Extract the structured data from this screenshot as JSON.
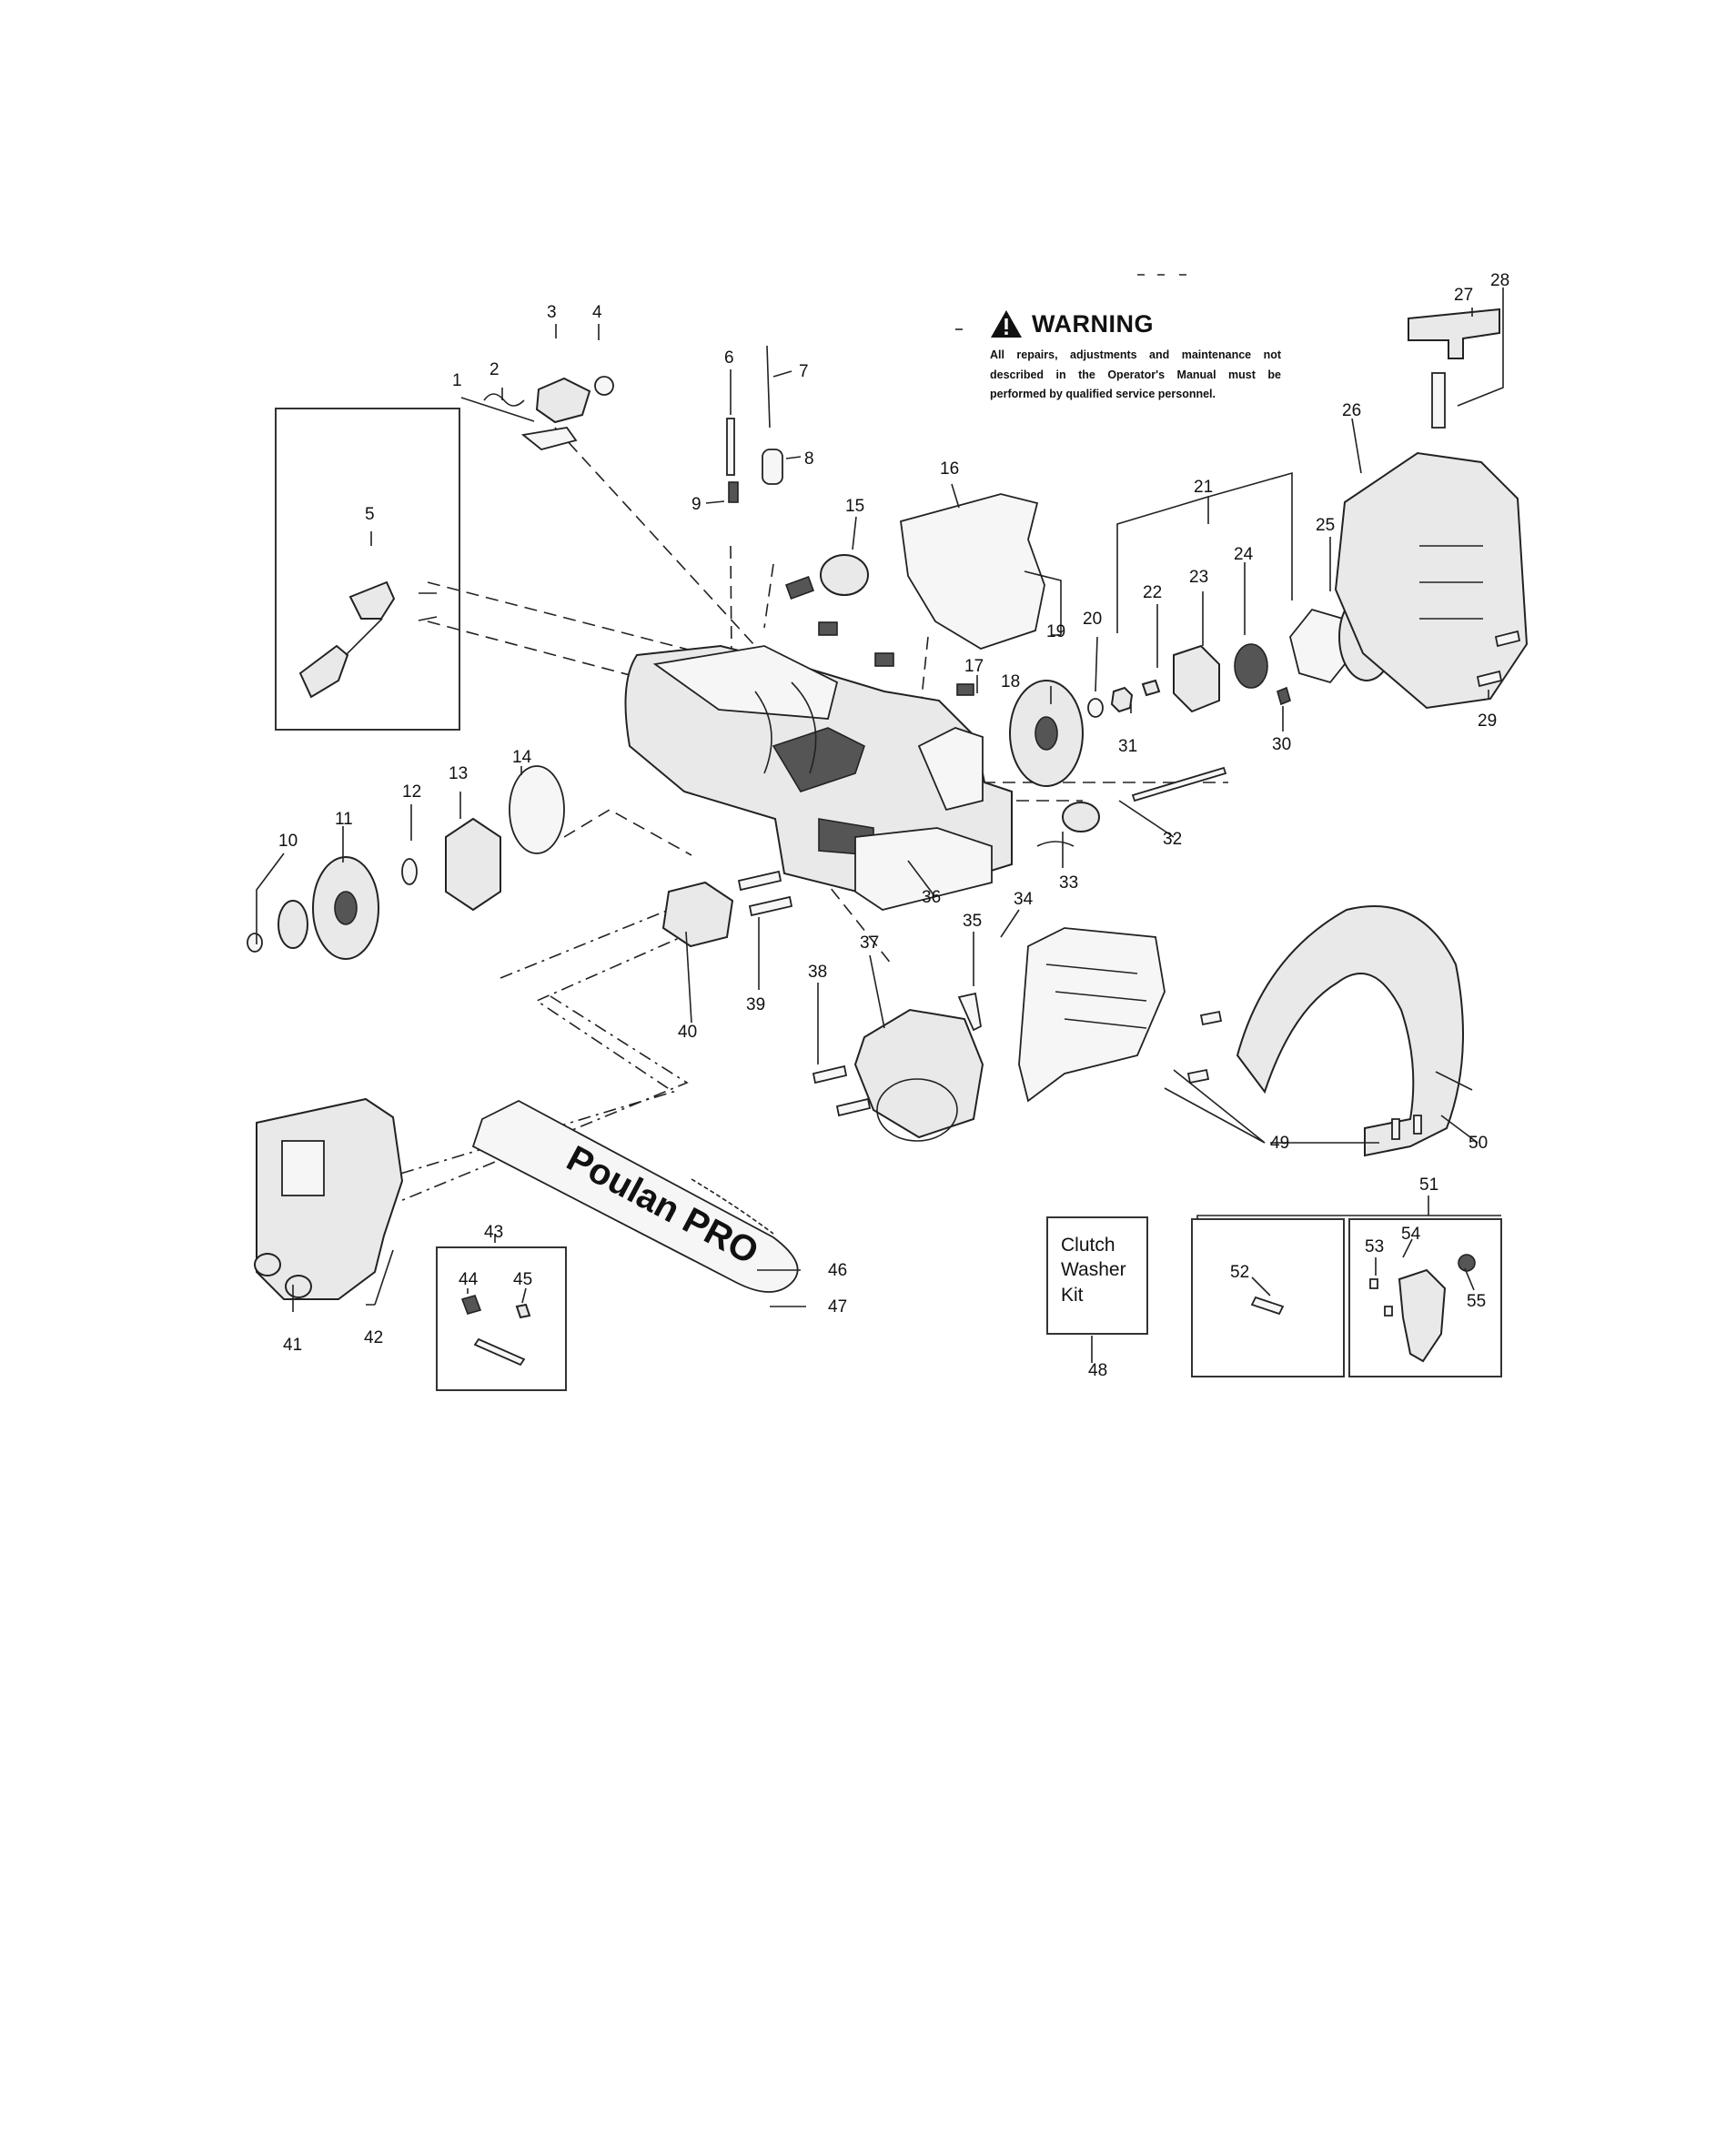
{
  "warning": {
    "title": "WARNING",
    "text": "All repairs, adjustments and maintenance not described in the Operator's Manual must be performed by qualified service personnel."
  },
  "kit_box": {
    "line1": "Clutch",
    "line2": "Washer",
    "line3": "Kit"
  },
  "bar_brand": "Poulan PRO",
  "callouts": [
    "1",
    "2",
    "3",
    "4",
    "5",
    "6",
    "7",
    "8",
    "9",
    "10",
    "11",
    "12",
    "13",
    "14",
    "15",
    "16",
    "17",
    "18",
    "19",
    "20",
    "21",
    "22",
    "23",
    "24",
    "25",
    "26",
    "27",
    "28",
    "29",
    "30",
    "31",
    "32",
    "33",
    "34",
    "35",
    "36",
    "37",
    "38",
    "39",
    "40",
    "41",
    "42",
    "43",
    "44",
    "45",
    "46",
    "47",
    "48",
    "49",
    "50",
    "51",
    "52",
    "53",
    "54",
    "55"
  ],
  "colors": {
    "ink": "#111111",
    "paper": "#ffffff",
    "part_fill": "#e9e9e9"
  }
}
